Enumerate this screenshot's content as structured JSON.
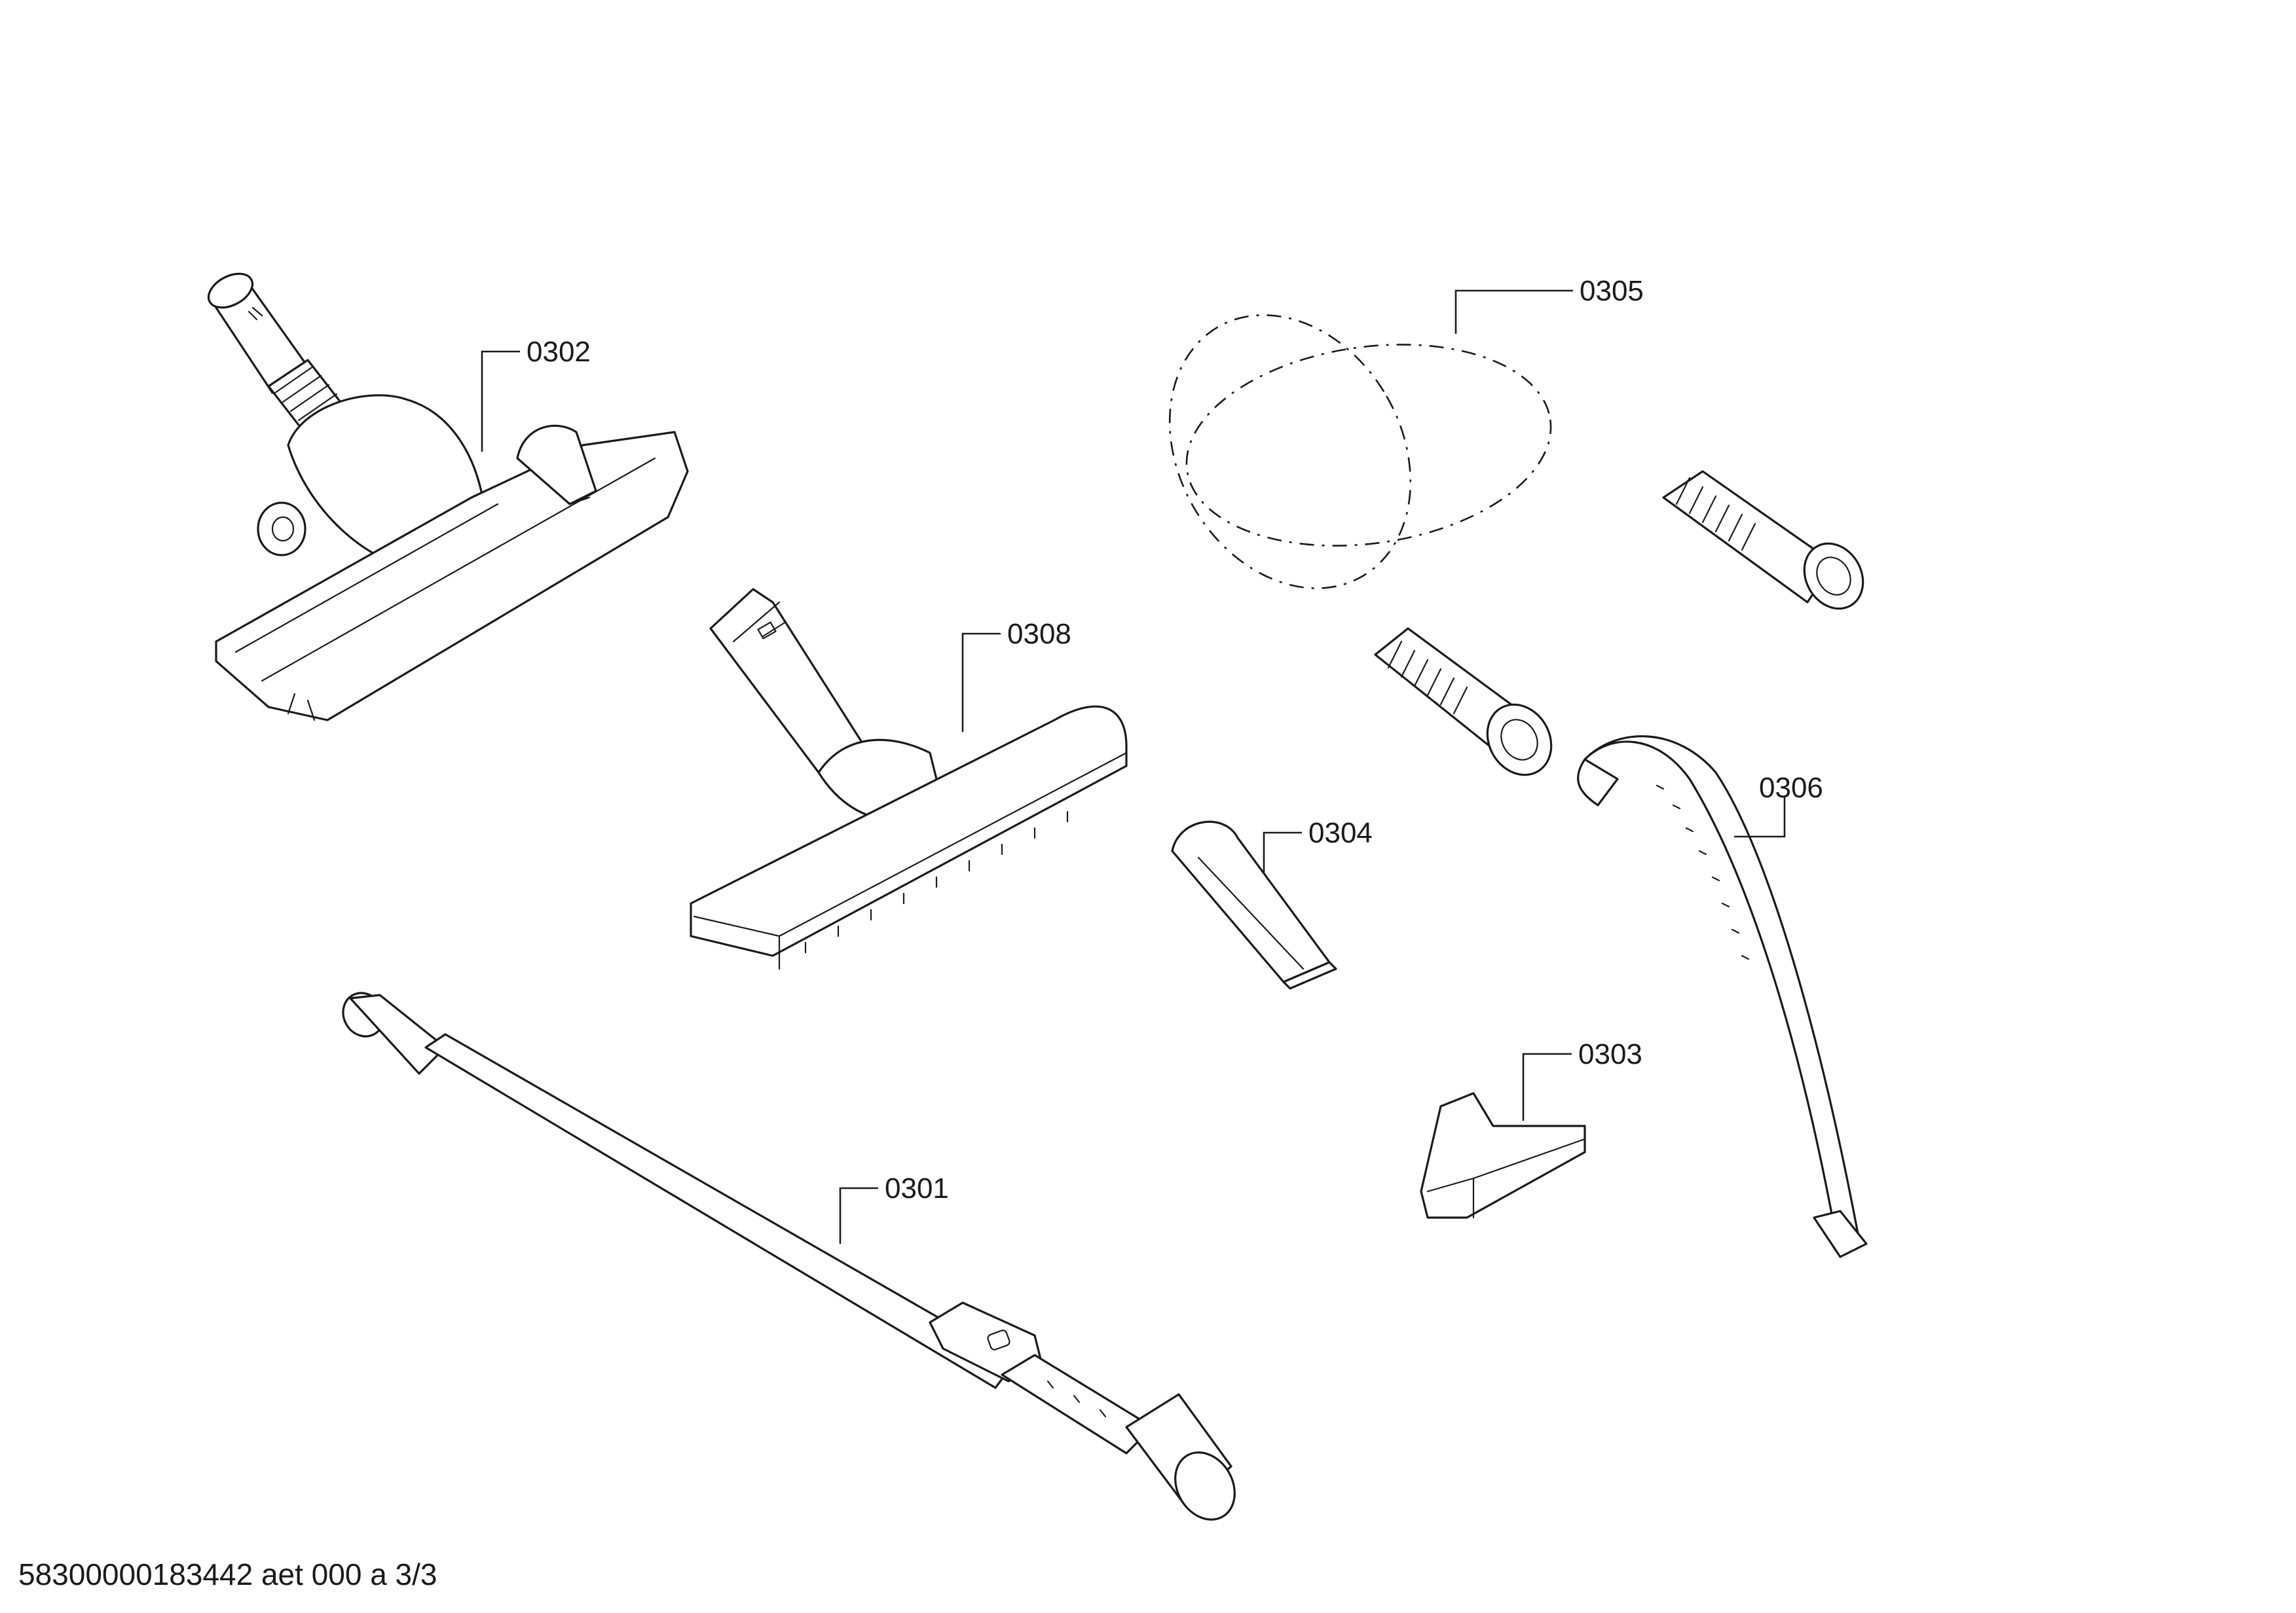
{
  "parts": [
    {
      "id": "0302",
      "label": "0302"
    },
    {
      "id": "0308",
      "label": "0308"
    },
    {
      "id": "0305",
      "label": "0305"
    },
    {
      "id": "0304",
      "label": "0304"
    },
    {
      "id": "0306",
      "label": "0306"
    },
    {
      "id": "0303",
      "label": "0303"
    },
    {
      "id": "0301",
      "label": "0301"
    }
  ],
  "footer": {
    "text": "58300000183442 aet 000 a 3/3"
  }
}
